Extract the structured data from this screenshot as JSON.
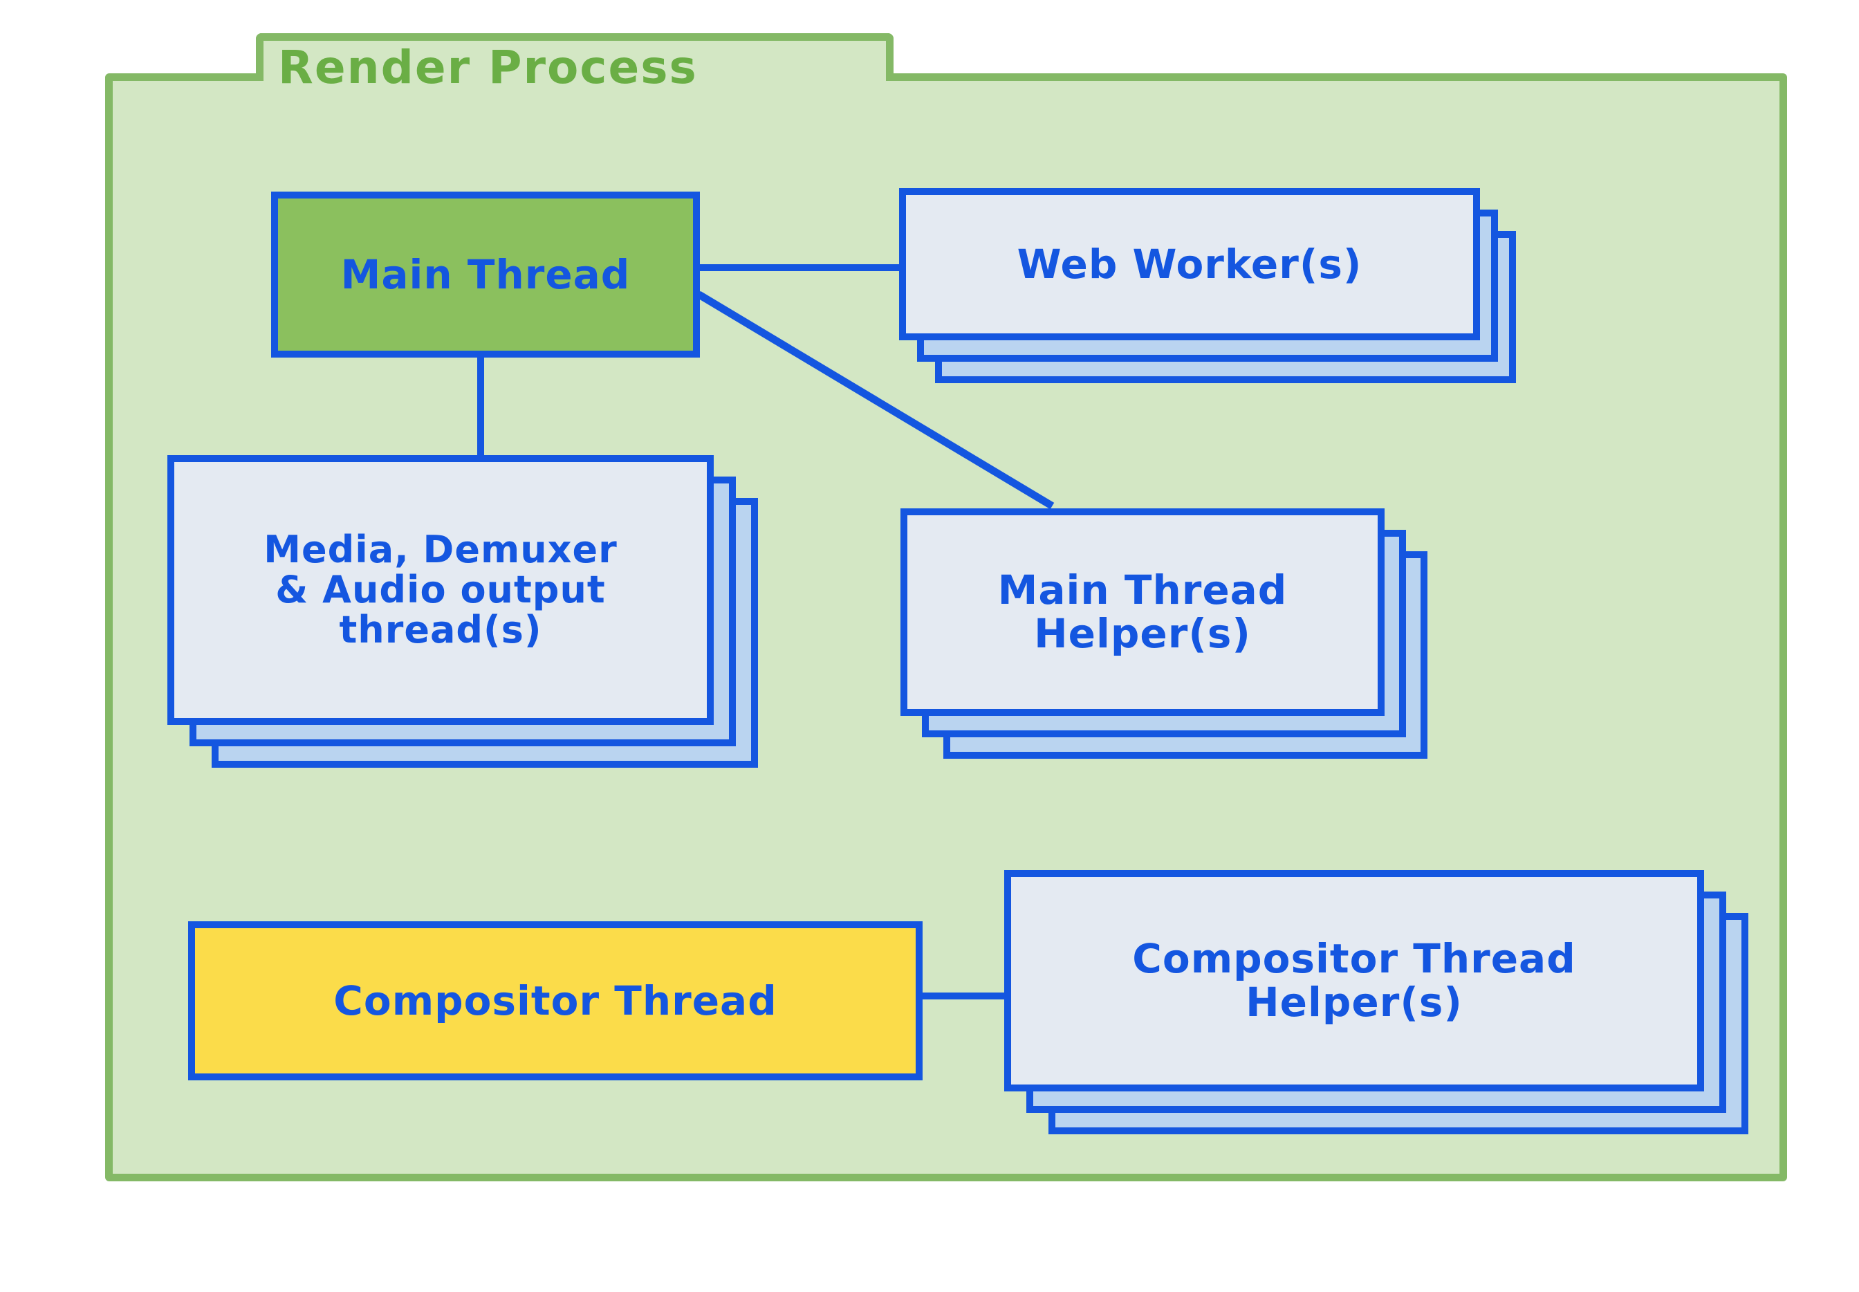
{
  "diagram": {
    "title": "Render Process",
    "type": "block-diagram",
    "colors": {
      "container_fill": "#D3E7C4",
      "container_border": "#84B966",
      "title_text": "#6AAE45",
      "node_border": "#1456E0",
      "node_text": "#1456E0",
      "node_fill_default": "#E4EAF2",
      "node_stack_shadow": "#BAD4F0",
      "main_thread_fill": "#8BC05E",
      "compositor_thread_fill": "#FBDC4A",
      "page_background": "#FFFFFF"
    }
  },
  "nodes": {
    "main_thread": {
      "label": "Main Thread",
      "fill": "green",
      "stacked": false
    },
    "web_workers": {
      "label": "Web Worker(s)",
      "fill": "default",
      "stacked": true,
      "stack_count": 3
    },
    "media_threads": {
      "label_line1": "Media, Demuxer",
      "label_line2": "& Audio output",
      "label_line3": "thread(s)",
      "fill": "default",
      "stacked": true,
      "stack_count": 3
    },
    "main_thread_helpers": {
      "label_line1": "Main Thread",
      "label_line2": "Helper(s)",
      "fill": "default",
      "stacked": true,
      "stack_count": 3
    },
    "compositor_thread": {
      "label": "Compositor Thread",
      "fill": "yellow",
      "stacked": false
    },
    "compositor_thread_helpers": {
      "label_line1": "Compositor Thread",
      "label_line2": "Helper(s)",
      "fill": "default",
      "stacked": true,
      "stack_count": 3
    }
  },
  "connections": [
    {
      "from": "main_thread",
      "to": "web_workers",
      "style": "horizontal"
    },
    {
      "from": "main_thread",
      "to": "media_threads",
      "style": "vertical"
    },
    {
      "from": "main_thread",
      "to": "main_thread_helpers",
      "style": "diagonal"
    },
    {
      "from": "compositor_thread",
      "to": "compositor_thread_helpers",
      "style": "horizontal"
    }
  ]
}
